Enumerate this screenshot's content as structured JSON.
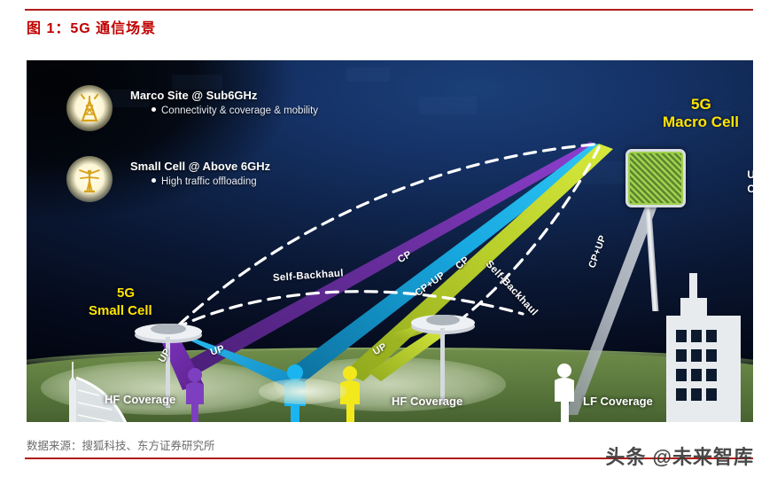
{
  "header": {
    "figure_title": "图 1：5G 通信场景",
    "title_color": "#c00000",
    "rule_color": "#b01c1c"
  },
  "figure": {
    "legend": [
      {
        "icon": "macro-tower-icon",
        "title": "Marco Site @ Sub6GHz",
        "bullet": "Connectivity & coverage & mobility"
      },
      {
        "icon": "small-cell-tower-icon",
        "title": "Small Cell @ Above 6GHz",
        "bullet": "High traffic offloading"
      }
    ],
    "nodes": [
      {
        "id": "macro",
        "label_line1": "5G",
        "label_line2": "Macro Cell",
        "color": "#ffe500"
      },
      {
        "id": "small",
        "label_line1": "5G",
        "label_line2": "Small Cell",
        "color": "#ffe500"
      }
    ],
    "coverage_labels": [
      {
        "text": "HF Coverage",
        "color": "#ffffff"
      },
      {
        "text": "HF Coverage",
        "color": "#ffffff"
      },
      {
        "text": "LF Coverage",
        "color": "#ffffff"
      }
    ],
    "beam_labels": [
      {
        "text": "CP",
        "beam": "purple-macro-beam",
        "color": "#ffffff"
      },
      {
        "text": "CP+UP",
        "beam": "cyan-macro-beam",
        "color": "#ffffff"
      },
      {
        "text": "CP",
        "beam": "yellow-macro-beam",
        "color": "#ffffff"
      },
      {
        "text": "CP+UP",
        "beam": "gray-macro-beam",
        "color": "#ffffff"
      },
      {
        "text": "UP",
        "beam": "purple-small-beam",
        "color": "#ffffff"
      },
      {
        "text": "UP",
        "beam": "cyan-small-beam",
        "color": "#ffffff"
      },
      {
        "text": "UP",
        "beam": "yellow-small-beam",
        "color": "#ffffff"
      }
    ],
    "backhaul_labels": [
      {
        "text": "Self-Backhaul"
      },
      {
        "text": "Self-Backhaul"
      }
    ],
    "edge_cut_text": [
      "U",
      "C"
    ],
    "colors": {
      "purple_beam": "#6b2fa0",
      "cyan_beam": "#17a8e0",
      "yellow_beam": "#b9cf2b",
      "gray_beam": "#b9bfc6",
      "macro_panel": "#9fd14e",
      "ground": "#5e7c3f",
      "sky": "#0a1733",
      "user_purple": "#7d3fc0",
      "user_cyan": "#1ab4f0",
      "user_yellow": "#f2e81c",
      "user_white": "#ffffff"
    }
  },
  "footer": {
    "source": "数据来源：搜狐科技、东方证券研究所",
    "watermark": "头条 @未来智库"
  }
}
